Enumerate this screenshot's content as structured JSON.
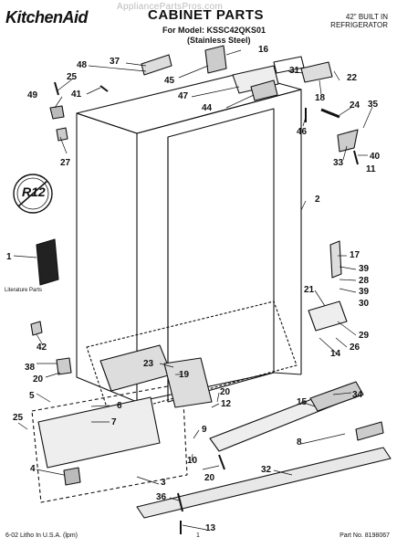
{
  "header": {
    "brand": "KitchenAid",
    "watermark": "AppliancePartsPros.com",
    "title": "CABINET PARTS",
    "model_line": "For Model: KSSC42QKS01",
    "finish": "(Stainless Steel)",
    "product_line1": "42\" BUILT IN",
    "product_line2": "REFRIGERATOR"
  },
  "stamp": "R12",
  "literature_label": "Literature Parts",
  "footer": {
    "left": "6-02 Litho In U.S.A. (lpm)",
    "page": "1",
    "part_no": "Part No. 8198067"
  },
  "callouts": [
    {
      "id": "c37",
      "text": "37"
    },
    {
      "id": "c48",
      "text": "48"
    },
    {
      "id": "c25a",
      "text": "25"
    },
    {
      "id": "c49",
      "text": "49"
    },
    {
      "id": "c41",
      "text": "41"
    },
    {
      "id": "c45",
      "text": "45"
    },
    {
      "id": "c47",
      "text": "47"
    },
    {
      "id": "c44",
      "text": "44"
    },
    {
      "id": "c16",
      "text": "16"
    },
    {
      "id": "c31",
      "text": "31"
    },
    {
      "id": "c18",
      "text": "18"
    },
    {
      "id": "c22",
      "text": "22"
    },
    {
      "id": "c46",
      "text": "46"
    },
    {
      "id": "c24",
      "text": "24"
    },
    {
      "id": "c35",
      "text": "35"
    },
    {
      "id": "c27",
      "text": "27"
    },
    {
      "id": "c33",
      "text": "33"
    },
    {
      "id": "c40",
      "text": "40"
    },
    {
      "id": "c11",
      "text": "11"
    },
    {
      "id": "c2",
      "text": "2"
    },
    {
      "id": "c1",
      "text": "1"
    },
    {
      "id": "c17",
      "text": "17"
    },
    {
      "id": "c39a",
      "text": "39"
    },
    {
      "id": "c28",
      "text": "28"
    },
    {
      "id": "c39b",
      "text": "39"
    },
    {
      "id": "c21",
      "text": "21"
    },
    {
      "id": "c30",
      "text": "30"
    },
    {
      "id": "c42",
      "text": "42"
    },
    {
      "id": "c29",
      "text": "29"
    },
    {
      "id": "c26",
      "text": "26"
    },
    {
      "id": "c14",
      "text": "14"
    },
    {
      "id": "c38",
      "text": "38"
    },
    {
      "id": "c23",
      "text": "23"
    },
    {
      "id": "c19",
      "text": "19"
    },
    {
      "id": "c20a",
      "text": "20"
    },
    {
      "id": "c34",
      "text": "34"
    },
    {
      "id": "c5",
      "text": "5"
    },
    {
      "id": "c20b",
      "text": "20"
    },
    {
      "id": "c12",
      "text": "12"
    },
    {
      "id": "c6",
      "text": "6"
    },
    {
      "id": "c25b",
      "text": "25"
    },
    {
      "id": "c7",
      "text": "7"
    },
    {
      "id": "c15",
      "text": "15"
    },
    {
      "id": "c9",
      "text": "9"
    },
    {
      "id": "c8",
      "text": "8"
    },
    {
      "id": "c10",
      "text": "10"
    },
    {
      "id": "c20c",
      "text": "20"
    },
    {
      "id": "c4",
      "text": "4"
    },
    {
      "id": "c3",
      "text": "3"
    },
    {
      "id": "c32",
      "text": "32"
    },
    {
      "id": "c36",
      "text": "36"
    },
    {
      "id": "c13",
      "text": "13"
    }
  ]
}
